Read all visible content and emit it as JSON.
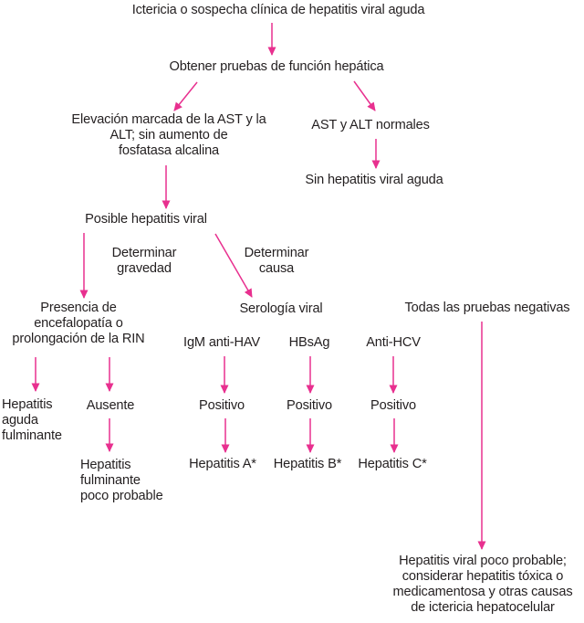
{
  "title": "Ictericia o sospecha clínica de hepatitis viral aguda",
  "colors": {
    "arrow": "#e8308f",
    "text": "#231f20",
    "background": "#ffffff"
  },
  "nodes": {
    "start": {
      "text": "Ictericia o sospecha clínica de hepatitis viral aguda"
    },
    "tests": {
      "text": "Obtener pruebas de función hepática"
    },
    "elevated": {
      "line1": "Elevación marcada de la AST y la",
      "line2": "ALT; sin aumento de",
      "line3": "fosfatasa alcalina"
    },
    "normal": {
      "text": "AST y ALT normales"
    },
    "no_hepatitis": {
      "text": "Sin hepatitis viral aguda"
    },
    "possible": {
      "text": "Posible hepatitis viral"
    },
    "severity_label": {
      "line1": "Determinar",
      "line2": "gravedad"
    },
    "cause_label": {
      "line1": "Determinar",
      "line2": "causa"
    },
    "encephalopathy": {
      "line1": "Presencia de",
      "line2": "encefalopatía o",
      "line3": "prolongación de la RIN"
    },
    "serology": {
      "text": "Serología viral"
    },
    "all_negative": {
      "text": "Todas las pruebas negativas"
    },
    "igm_hav": {
      "text": "IgM anti-HAV"
    },
    "hbsag": {
      "text": "HBsAg"
    },
    "anti_hcv": {
      "text": "Anti-HCV"
    },
    "fulminant": {
      "line1": "Hepatitis",
      "line2": "aguda",
      "line3": "fulminante"
    },
    "absent": {
      "text": "Ausente"
    },
    "positive_hav": {
      "text": "Positivo"
    },
    "positive_hbv": {
      "text": "Positivo"
    },
    "positive_hcv": {
      "text": "Positivo"
    },
    "fulminant_unlikely": {
      "line1": "Hepatitis",
      "line2": "fulminante",
      "line3": "poco probable"
    },
    "hepatitis_a": {
      "text": "Hepatitis A*"
    },
    "hepatitis_b": {
      "text": "Hepatitis B*"
    },
    "hepatitis_c": {
      "text": "Hepatitis C*"
    },
    "viral_unlikely": {
      "line1": "Hepatitis viral poco probable;",
      "line2": "considerar hepatitis tóxica o",
      "line3": "medicamentosa y otras causas",
      "line4": "de ictericia hepatocelular"
    }
  }
}
